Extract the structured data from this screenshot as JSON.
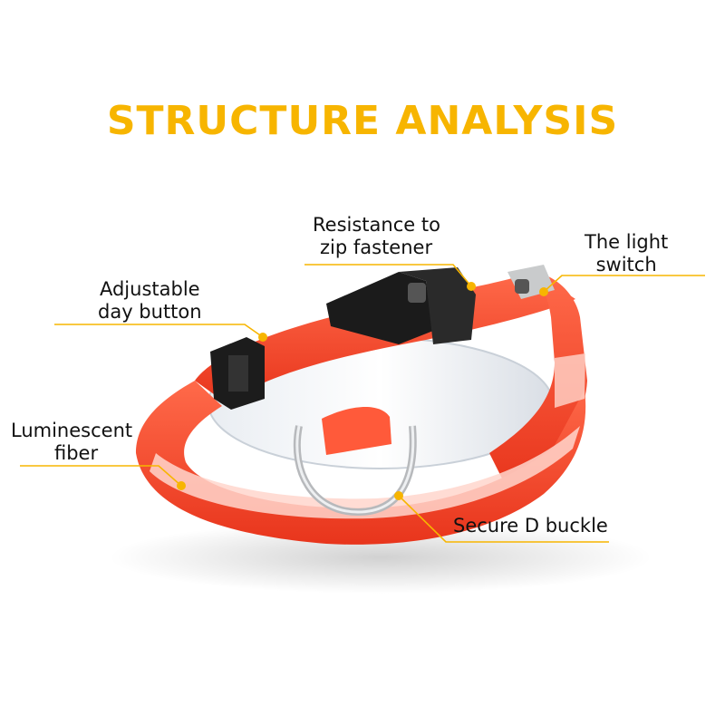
{
  "title": "STRUCTURE ANALYSIS",
  "accent_color": "#f7b500",
  "product_color": "#ff4a2e",
  "callouts": {
    "zip": {
      "line1": "Resistance to",
      "line2": "zip fastener"
    },
    "light": {
      "line1": "The light",
      "line2": "switch"
    },
    "adjust": {
      "line1": "Adjustable",
      "line2": "day button"
    },
    "fiber": {
      "line1": "Luminescent",
      "line2": "fiber"
    },
    "dbuckle": {
      "line1": "Secure D buckle"
    }
  }
}
